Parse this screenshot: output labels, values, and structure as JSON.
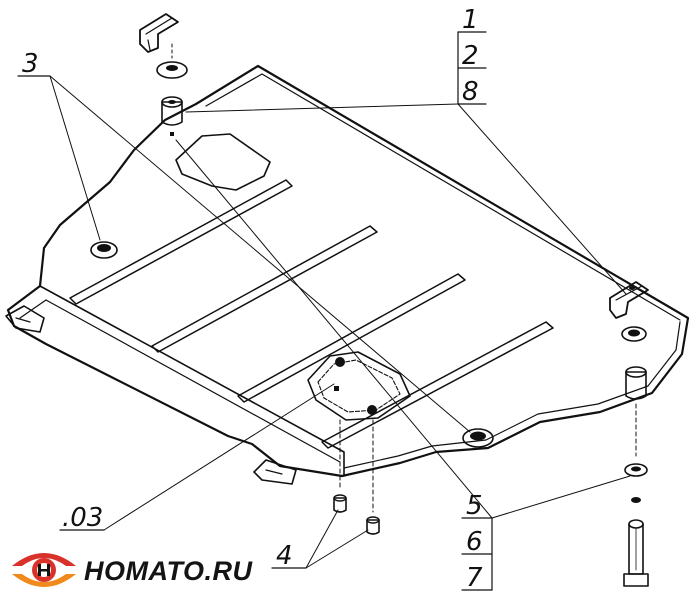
{
  "callouts": {
    "c1": "1",
    "c2": "2",
    "c8": "8",
    "c3": "3",
    "c03": ".03",
    "c4": "4",
    "c5": "5",
    "c6": "6",
    "c7": "7"
  },
  "brand": {
    "name": "HOMATO.RU",
    "colors": {
      "red": "#d8322b",
      "orange": "#f08a1c",
      "dark": "#141414"
    }
  }
}
